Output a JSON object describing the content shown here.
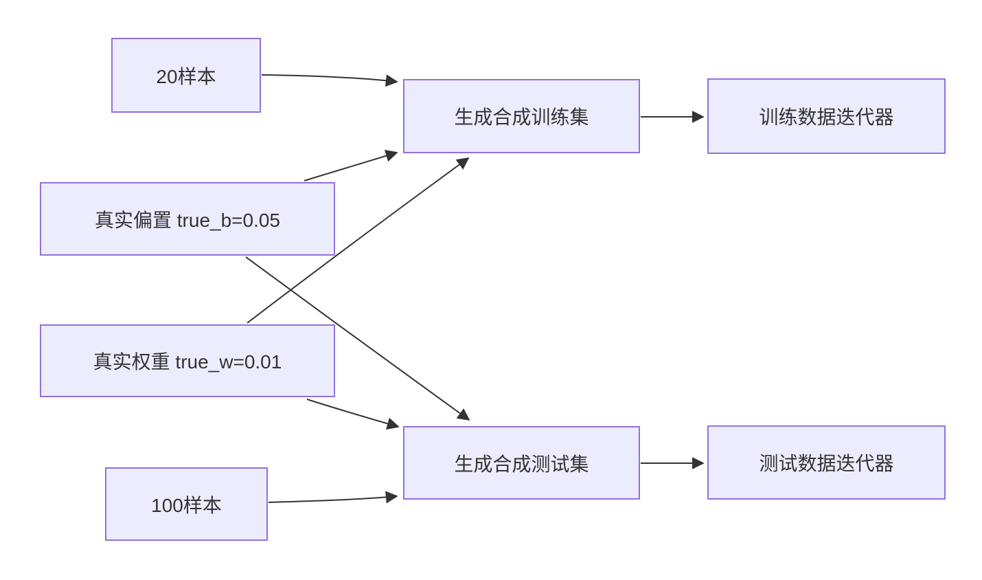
{
  "diagram": {
    "type": "flowchart",
    "direction": "left-to-right",
    "nodes": {
      "sample20": {
        "label": "20样本"
      },
      "true_b": {
        "label": "真实偏置 true_b=0.05"
      },
      "true_w": {
        "label": "真实权重 true_w=0.01"
      },
      "sample100": {
        "label": "100样本"
      },
      "gen_train": {
        "label": "生成合成训练集"
      },
      "gen_test": {
        "label": "生成合成测试集"
      },
      "train_iter": {
        "label": "训练数据迭代器"
      },
      "test_iter": {
        "label": "测试数据迭代器"
      }
    },
    "edges": [
      {
        "from": "sample20",
        "to": "gen_train"
      },
      {
        "from": "true_b",
        "to": "gen_train"
      },
      {
        "from": "true_w",
        "to": "gen_train"
      },
      {
        "from": "true_b",
        "to": "gen_test"
      },
      {
        "from": "true_w",
        "to": "gen_test"
      },
      {
        "from": "sample100",
        "to": "gen_test"
      },
      {
        "from": "gen_train",
        "to": "train_iter"
      },
      {
        "from": "gen_test",
        "to": "test_iter"
      }
    ],
    "colors": {
      "node_fill": "#ECECFF",
      "node_border": "#9370DB",
      "arrow": "#333333",
      "text": "#333333",
      "background": "#FFFFFF"
    }
  }
}
